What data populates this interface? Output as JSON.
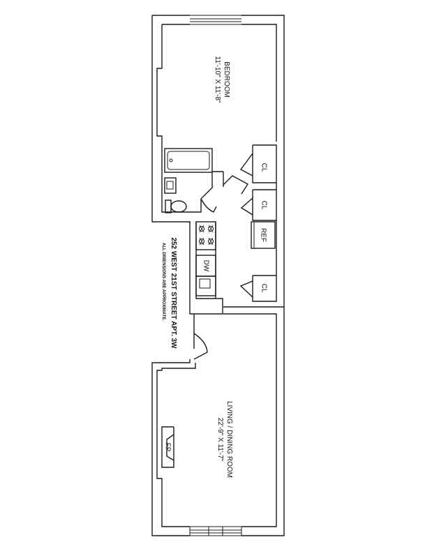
{
  "rooms": {
    "bedroom": {
      "name": "BEDROOM",
      "dims": "11'-10\" X 11'-8\""
    },
    "living": {
      "name": "LIVING / DINING ROOM",
      "dims": "22'-9\" X 11'-7\""
    }
  },
  "fixtures": {
    "closet_1": "CL",
    "closet_2": "CL",
    "closet_3": "CL",
    "refrigerator": "REF",
    "dishwasher": "DW",
    "fireplace": "FP"
  },
  "address": "252 WEST 21ST STREET APT. 3W",
  "disclaimer": "ALL DIMENSIONS ARE APPROXIMATE."
}
